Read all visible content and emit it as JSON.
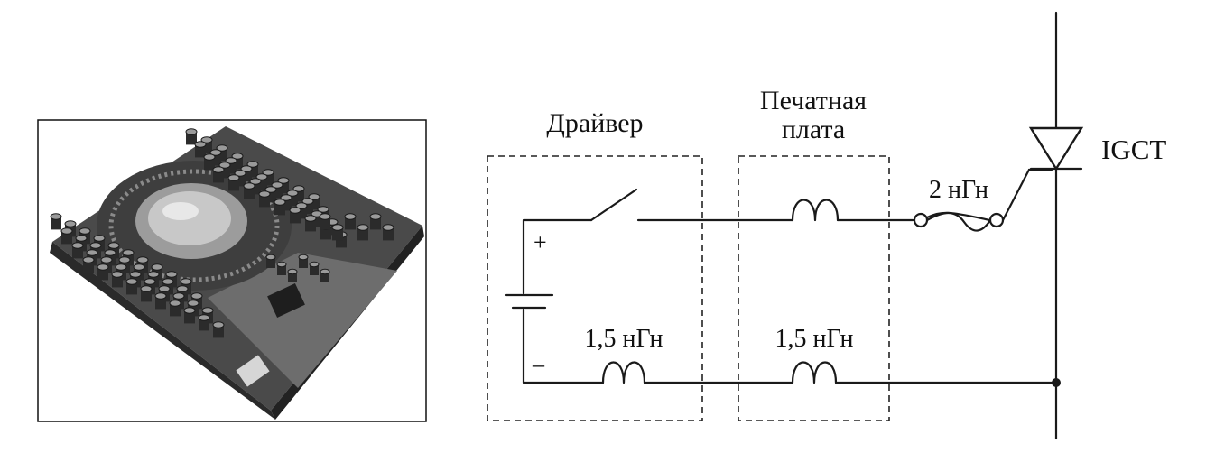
{
  "labels": {
    "driver": "Драйвер",
    "pcb_line1": "Печатная",
    "pcb_line2": "плата",
    "device": "IGCT",
    "inductance_top": "2 нГн",
    "inductance_bottom_left": "1,5 нГн",
    "inductance_bottom_right": "1,5 нГн",
    "plus": "+",
    "minus": "–"
  },
  "colors": {
    "line": "#1a1a1a",
    "board_dark": "#3a3a3a",
    "board_mid": "#7a7a7a",
    "capacitor": "#2b2b2b",
    "device_disc": "#bdbdbd"
  }
}
